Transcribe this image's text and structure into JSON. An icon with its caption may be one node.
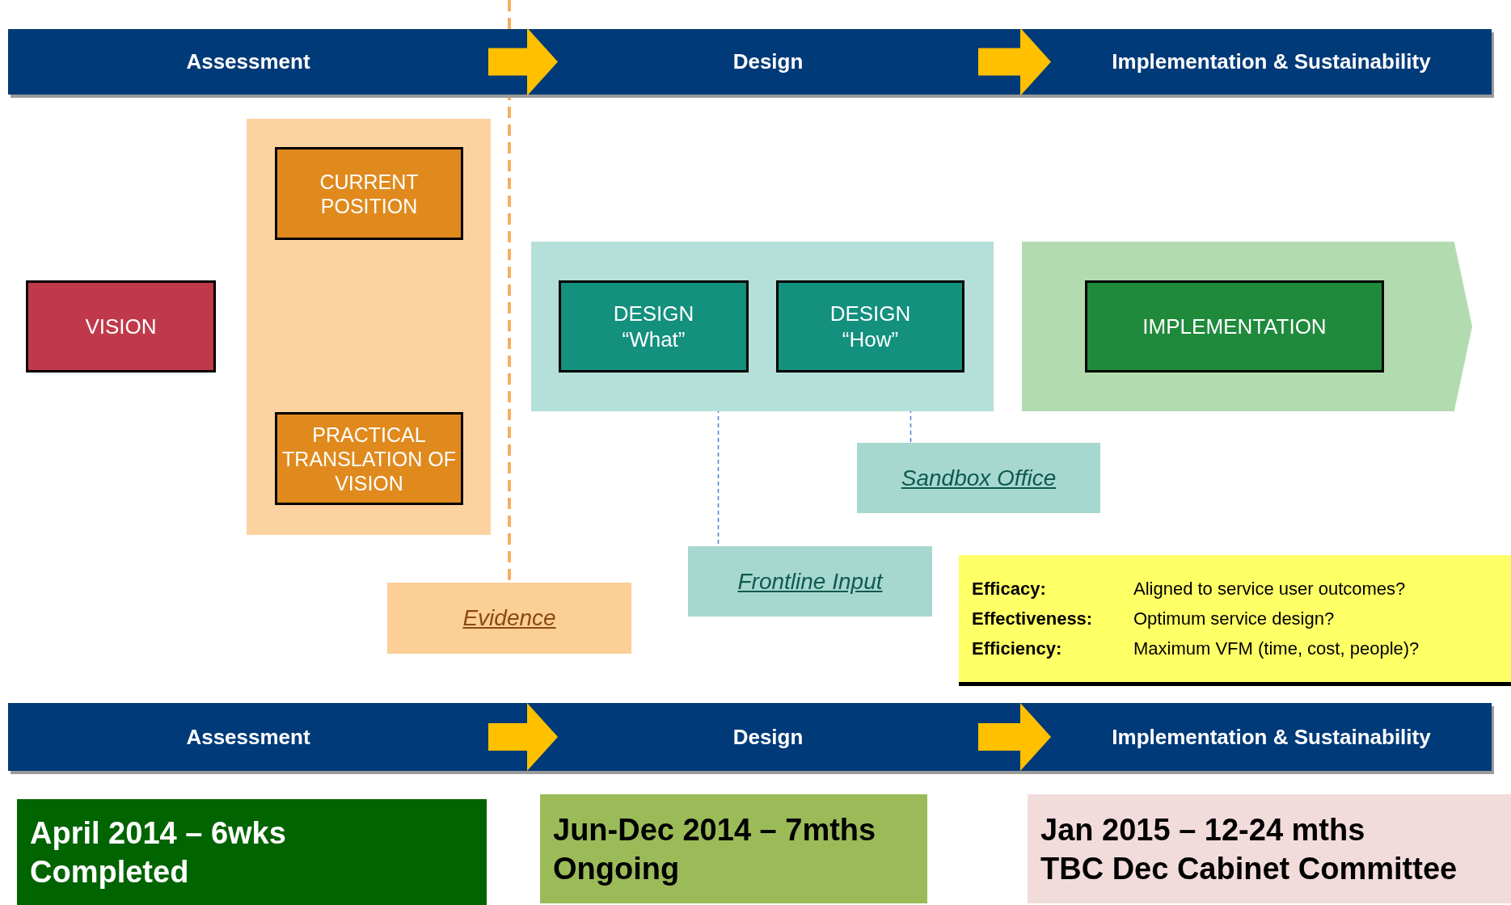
{
  "diagram": {
    "nodes": [
      {
        "text": [
          "Assessment"
        ]
      },
      {
        "text": [
          "Design"
        ]
      },
      {
        "text": [
          "Implementation & Sustainability"
        ]
      },
      {
        "text": [
          "VISION"
        ]
      },
      {
        "text": [],
        "shape": "box"
      },
      {
        "text": [
          "CURRENT POSITION"
        ],
        "in": 4
      },
      {
        "text": [
          "PRACTICAL TRANSLATION OF VISION"
        ],
        "in": 4
      },
      {
        "text": [],
        "shape": "box"
      },
      {
        "text": [
          "DESIGN",
          "“What”"
        ],
        "in": 7
      },
      {
        "text": [
          "DESIGN",
          "“How”"
        ],
        "in": 7
      },
      {
        "text": [],
        "shape": "arrow"
      },
      {
        "text": [
          "IMPLEMENTATION"
        ],
        "in": 10
      },
      {
        "text": [
          "Sandbox Office"
        ]
      },
      {
        "text": [
          "Frontline Input"
        ]
      },
      {
        "text": [
          "Evidence"
        ]
      },
      {
        "text": [
          "Efficacy:",
          "Aligned to service user outcomes?",
          "Effectiveness:",
          "Optimum service design?",
          "Efficiency:",
          "Maximum VFM (time, cost, people)?"
        ]
      },
      {
        "text": [
          "Assessment"
        ]
      },
      {
        "text": [
          "Design"
        ]
      },
      {
        "text": [
          "Implementation & Sustainability"
        ]
      },
      {
        "text": [
          "April 2014 – 6wks",
          "Completed"
        ]
      },
      {
        "text": [
          "Jun-Dec 2014 – 7mths",
          "Ongoing"
        ]
      },
      {
        "text": [
          "Jan 2015 – 12-24 mths",
          "TBC Dec Cabinet Committee"
        ]
      }
    ],
    "edges": [
      {
        "from": 0,
        "to": 1,
        "arrow": "to"
      },
      {
        "from": 1,
        "to": 2,
        "arrow": "to"
      },
      {
        "from": 16,
        "to": 17,
        "arrow": "to"
      },
      {
        "from": 17,
        "to": 18,
        "arrow": "to"
      },
      {
        "from": 8,
        "to": 13,
        "arrow": "none",
        "style": "dashed",
        "color": "#4a7fd0"
      },
      {
        "from": 9,
        "to": 12,
        "arrow": "none",
        "style": "dashed",
        "color": "#4a7fd0"
      },
      {
        "from": null,
        "to": 14,
        "arrow": "none",
        "style": "dashed",
        "color": "#f5b060"
      }
    ]
  }
}
